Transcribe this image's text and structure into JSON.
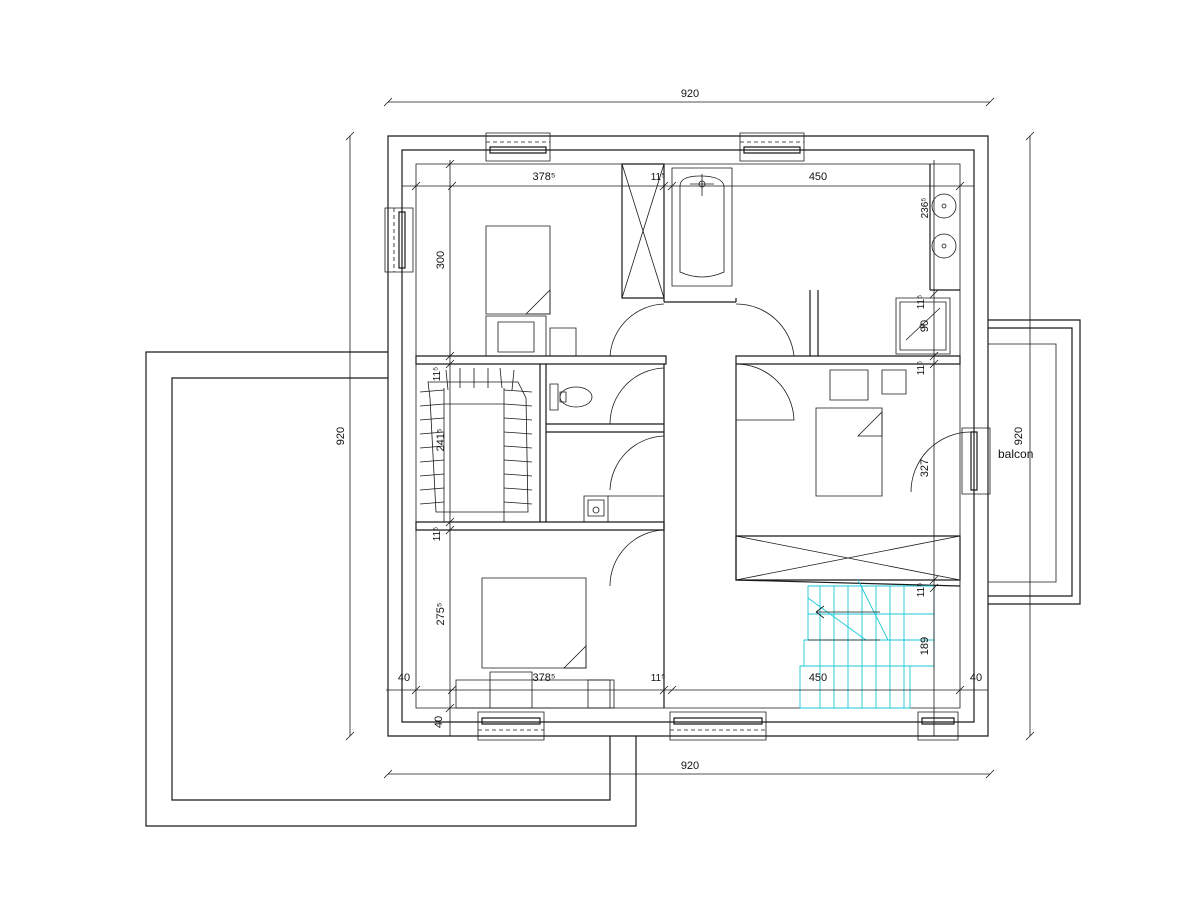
{
  "dimensions": {
    "top_overall": "920",
    "bottom_overall": "920",
    "left_overall": "920",
    "right_overall": "920",
    "top_room_left": "378⁵",
    "top_partition": "11⁵",
    "top_room_right": "450",
    "bottom_room_left": "378⁵",
    "bottom_partition": "11⁵",
    "bottom_room_right": "450",
    "bottom_wall_left": "40",
    "bottom_wall_right": "40",
    "left_wall_bottom": "40",
    "left_room_top": "300",
    "left_partition_upper": "11⁵",
    "left_closet": "241⁵",
    "left_partition_lower": "11⁵",
    "left_room_bottom": "275⁵",
    "right_bath_depth": "236⁵",
    "right_shower": "90",
    "right_shower_width": "11⁵",
    "right_partition_upper": "11⁵",
    "right_bedroom": "327",
    "right_partition_lower": "11⁵",
    "right_stair": "189"
  },
  "labels": {
    "balcony": "balcon"
  }
}
